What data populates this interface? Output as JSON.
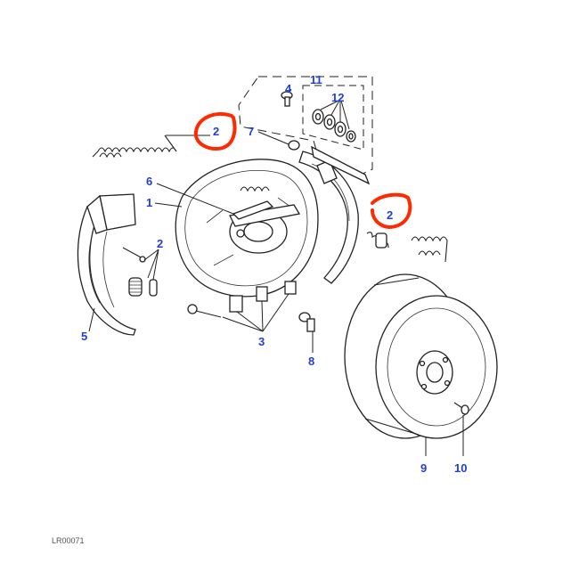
{
  "callouts": {
    "c1": "1",
    "c2_top": "2",
    "c2_right": "2",
    "c2_left": "2",
    "c3": "3",
    "c4": "4",
    "c5": "5",
    "c6": "6",
    "c7": "7",
    "c8": "8",
    "c9": "9",
    "c10": "10",
    "c11": "11",
    "c12": "12"
  },
  "drawing_ref": "LR00071",
  "colors": {
    "callout_text": "#1f3fd9",
    "highlight": "#ff2a00",
    "line": "#222222"
  }
}
